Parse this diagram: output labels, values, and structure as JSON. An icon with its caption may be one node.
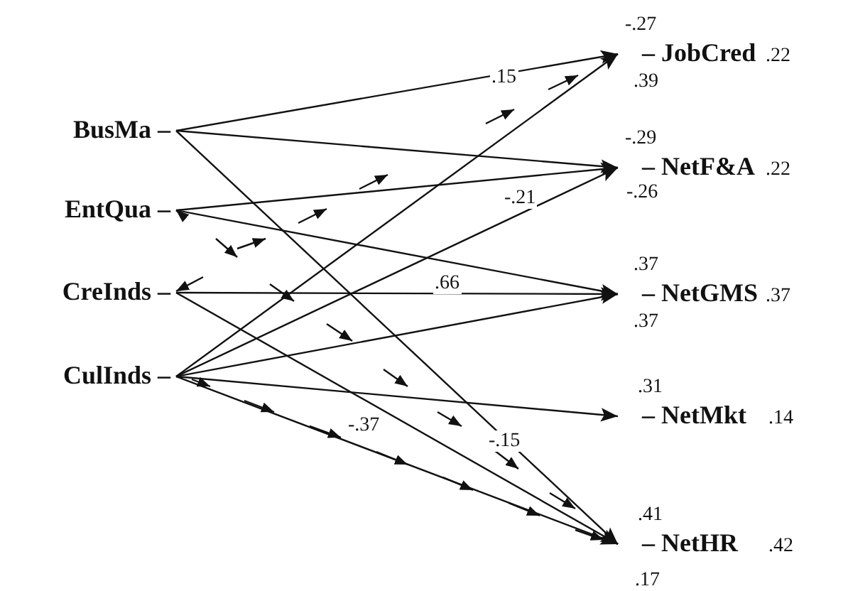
{
  "diagram": {
    "nodes": [
      {
        "text": [
          "BusMa –"
        ]
      },
      {
        "text": [
          "EntQua –"
        ]
      },
      {
        "text": [
          "CreInds –"
        ]
      },
      {
        "text": [
          "CulInds –"
        ]
      },
      {
        "text": [
          "– JobCred"
        ],
        "beside": [
          "-.27",
          ".39",
          ".22"
        ]
      },
      {
        "text": [
          "– NetF&A"
        ],
        "beside": [
          "-.29",
          "-.26",
          ".22"
        ]
      },
      {
        "text": [
          "– NetGMS"
        ],
        "beside": [
          ".37",
          ".37",
          ".37"
        ]
      },
      {
        "text": [
          "– NetMkt"
        ],
        "beside": [
          ".31",
          ".14"
        ]
      },
      {
        "text": [
          "– NetHR"
        ],
        "beside": [
          ".41",
          ".17",
          ".42"
        ]
      }
    ],
    "edges": [
      {
        "from": 0,
        "to": 4,
        "arrow": "to"
      },
      {
        "from": 0,
        "to": 5,
        "arrow": "to"
      },
      {
        "from": 0,
        "to": 8,
        "arrow": "to"
      },
      {
        "from": 1,
        "to": 5,
        "arrow": "to"
      },
      {
        "from": 1,
        "to": 6,
        "arrow": "to"
      },
      {
        "from": 2,
        "to": 6,
        "arrow": "to"
      },
      {
        "from": 2,
        "to": 8,
        "arrow": "to"
      },
      {
        "from": 3,
        "to": 4,
        "arrow": "to"
      },
      {
        "from": 3,
        "to": 5,
        "arrow": "to"
      },
      {
        "from": 3,
        "to": 6,
        "arrow": "to"
      },
      {
        "from": 3,
        "to": 7,
        "arrow": "to"
      },
      {
        "from": 3,
        "to": 8,
        "arrow": "to"
      }
    ],
    "labels": [
      ".15",
      "-.21",
      ".66",
      "-.37",
      "-.15"
    ]
  }
}
